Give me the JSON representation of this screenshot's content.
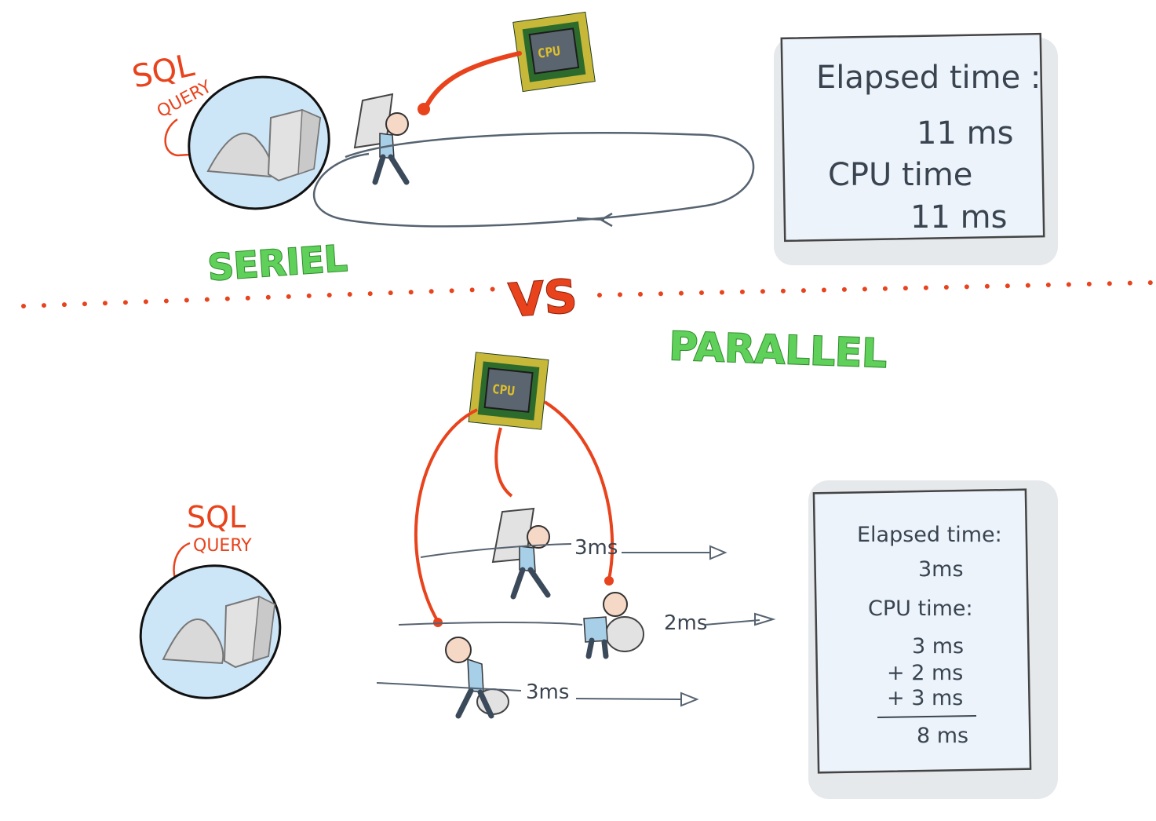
{
  "serial": {
    "title": "SERIEL",
    "query_label_line1": "SQL",
    "query_label_line2": "QUERY",
    "cpu_label": "CPU",
    "stats": {
      "elapsed_label": "Elapsed time :",
      "elapsed_value": "11 ms",
      "cpu_label": "CPU time",
      "cpu_value": "11 ms"
    }
  },
  "vs_label": "VS",
  "parallel": {
    "title": "PARALLEL",
    "query_label_line1": "SQL",
    "query_label_line2": "QUERY",
    "cpu_label": "CPU",
    "workers": [
      {
        "time": "3ms"
      },
      {
        "time": "2ms"
      },
      {
        "time": "3ms"
      }
    ],
    "stats": {
      "elapsed_label": "Elapsed time:",
      "elapsed_value": "3ms",
      "cpu_label": "CPU time:",
      "cpu_line1": "3 ms",
      "cpu_line2": "+ 2 ms",
      "cpu_line3": "+ 3 ms",
      "cpu_total": "8 ms"
    }
  },
  "colors": {
    "accent_red": "#e8431c",
    "title_green": "#5fd05a",
    "bubble_blue": "#cde6f7",
    "ink": "#3a4450"
  }
}
